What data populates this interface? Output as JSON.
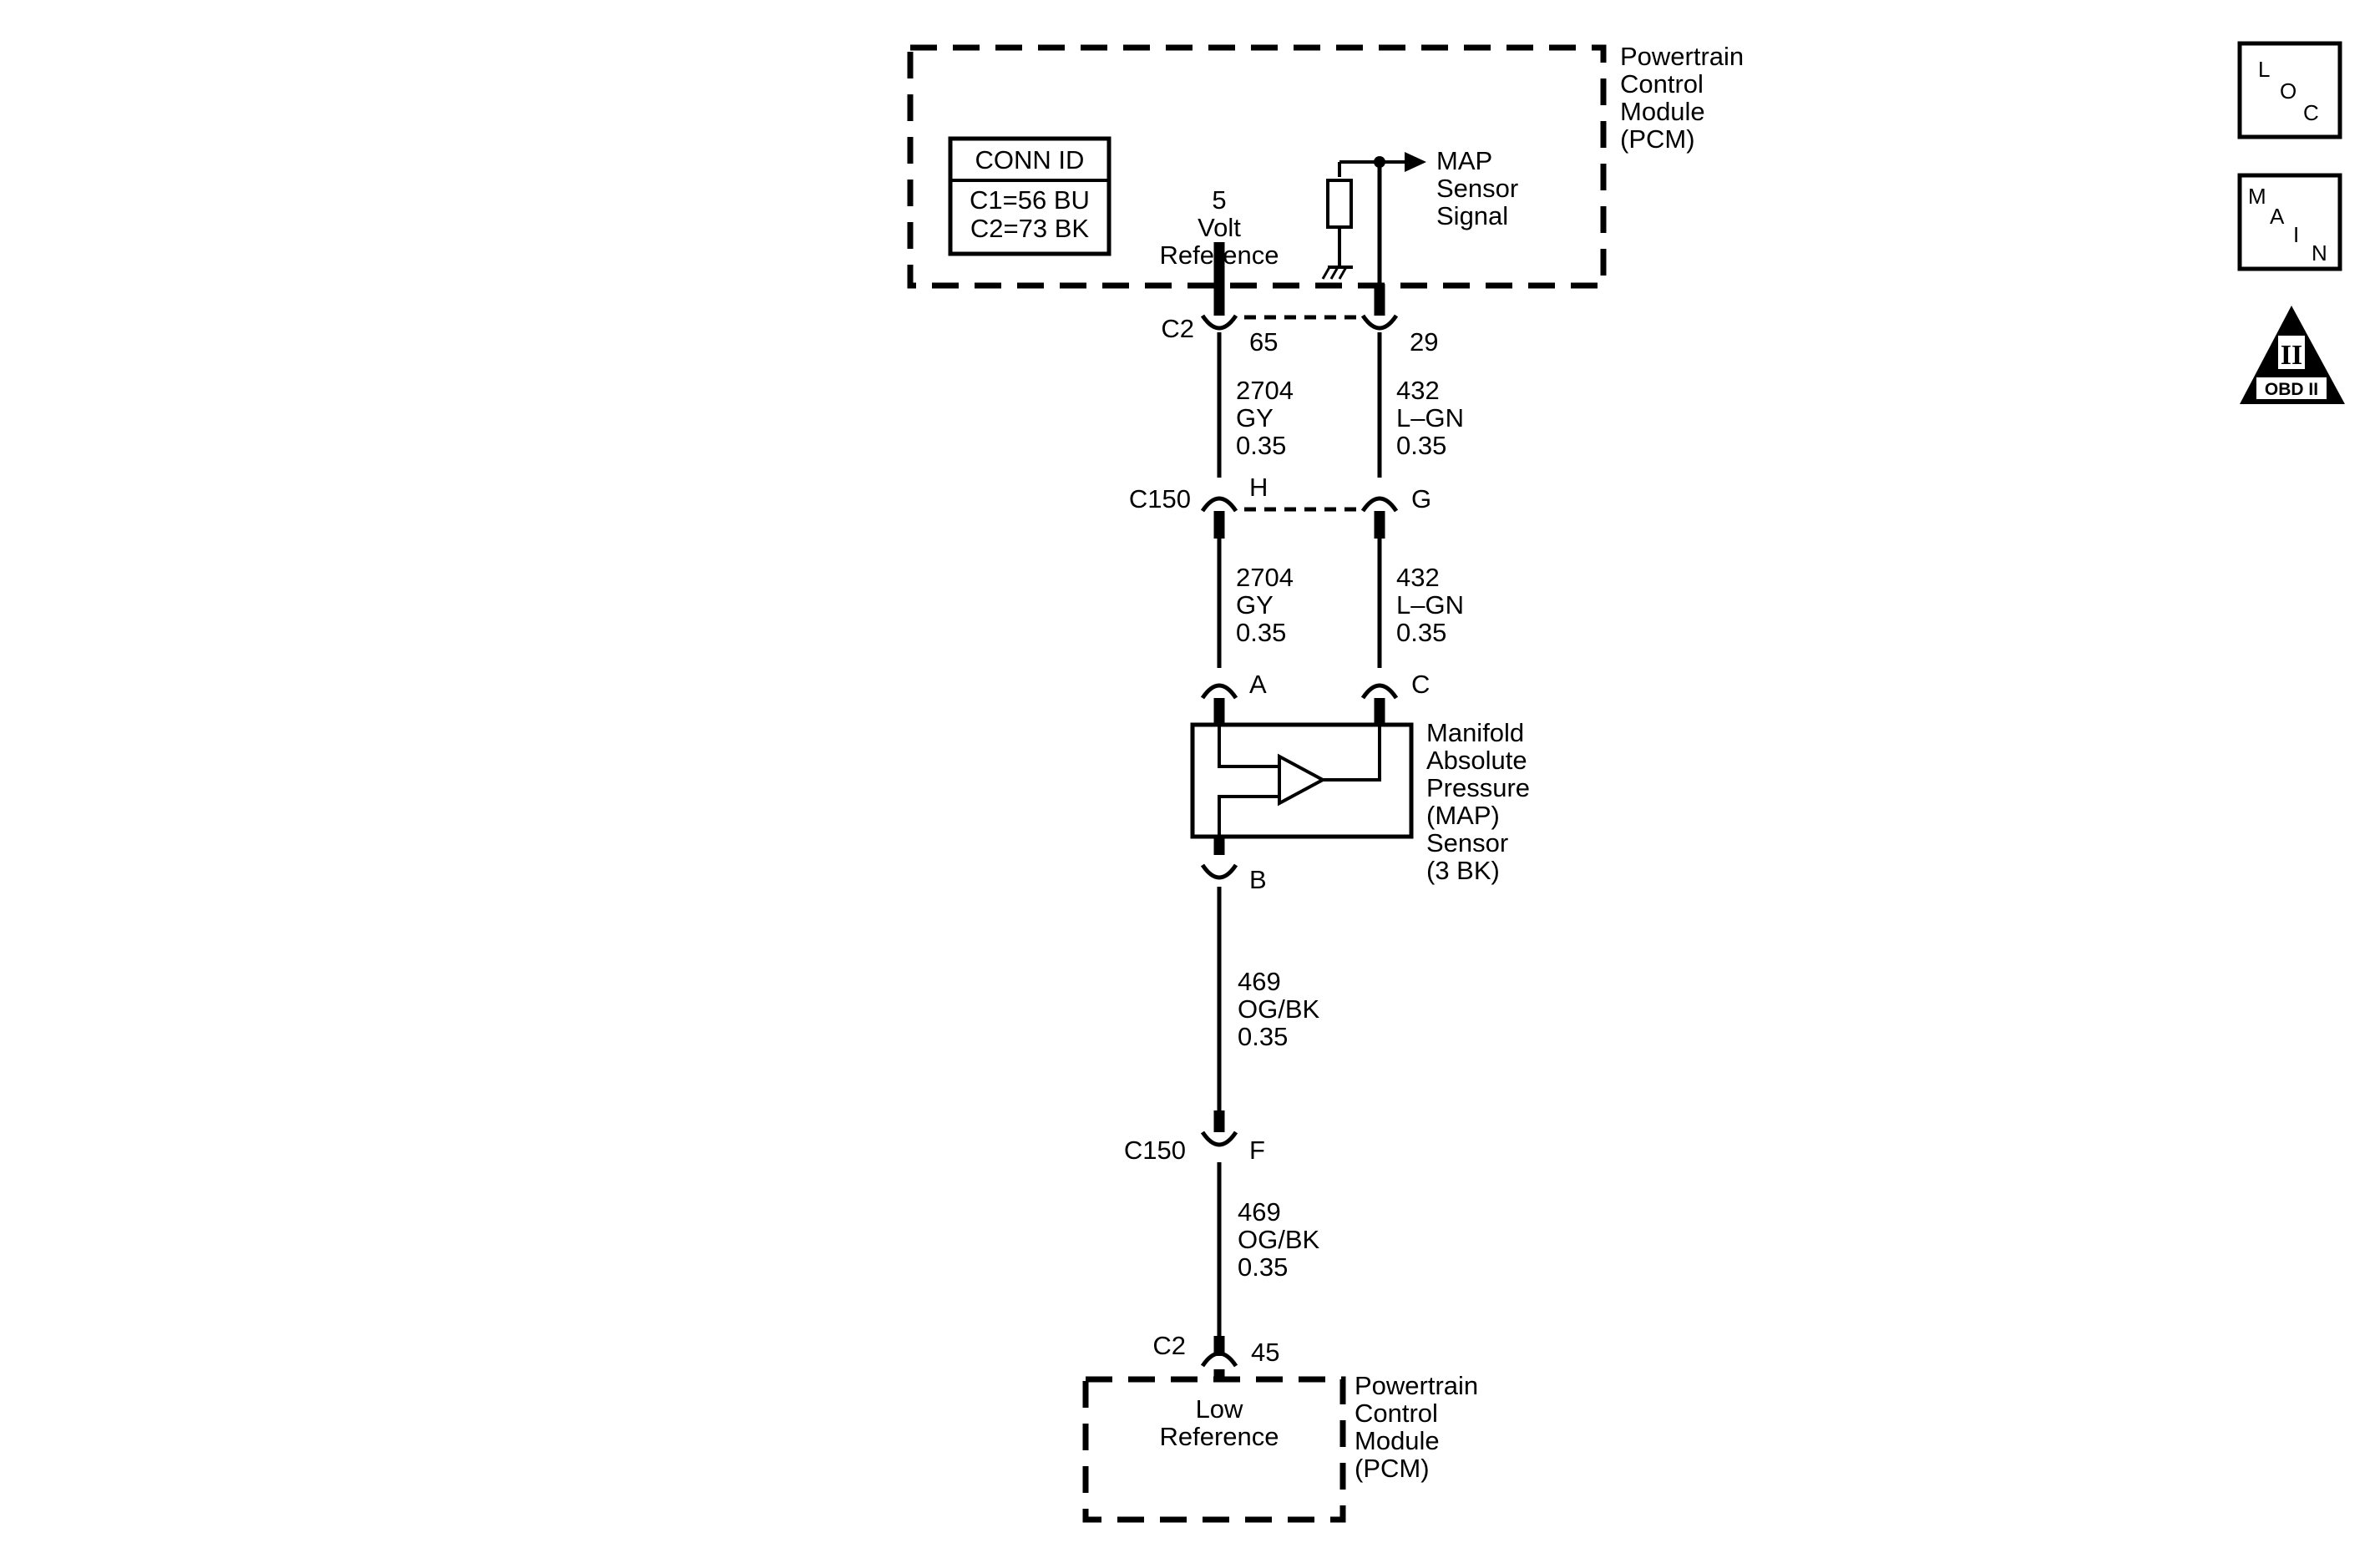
{
  "pcm_top": {
    "name": [
      "Powertrain",
      "Control",
      "Module",
      "(PCM)"
    ],
    "conn_id": {
      "header": "CONN ID",
      "c1": "C1=56 BU",
      "c2": "C2=73 BK"
    },
    "volt_ref": [
      "5",
      "Volt",
      "Reference"
    ],
    "map_signal": [
      "MAP",
      "Sensor",
      "Signal"
    ]
  },
  "connectors": {
    "c2_top": {
      "name": "C2",
      "pin_left": "65",
      "pin_right": "29"
    },
    "c150_mid": {
      "name": "C150",
      "pin_left": "H",
      "pin_right": "G"
    },
    "sensor_top": {
      "pin_left": "A",
      "pin_right": "C"
    },
    "sensor_bottom": {
      "pin": "B"
    },
    "c150_low": {
      "name": "C150",
      "pin": "F"
    },
    "c2_low": {
      "name": "C2",
      "pin": "45"
    }
  },
  "wires": {
    "gy_upper": [
      "2704",
      "GY",
      "0.35"
    ],
    "lgn_upper": [
      "432",
      "L–GN",
      "0.35"
    ],
    "gy_lower": [
      "2704",
      "GY",
      "0.35"
    ],
    "lgn_lower": [
      "432",
      "L–GN",
      "0.35"
    ],
    "og_upper": [
      "469",
      "OG/BK",
      "0.35"
    ],
    "og_lower": [
      "469",
      "OG/BK",
      "0.35"
    ]
  },
  "map_sensor": {
    "name": [
      "Manifold",
      "Absolute",
      "Pressure",
      "(MAP)",
      "Sensor",
      "(3 BK)"
    ]
  },
  "pcm_bottom": {
    "name": [
      "Powertrain",
      "Control",
      "Module",
      "(PCM)"
    ],
    "low_ref": [
      "Low",
      "Reference"
    ]
  },
  "icons": {
    "loc": [
      "L",
      "O",
      "C"
    ],
    "main": [
      "M",
      "A",
      "I",
      "N"
    ],
    "obd": {
      "roman": "II",
      "label": "OBD II"
    }
  }
}
